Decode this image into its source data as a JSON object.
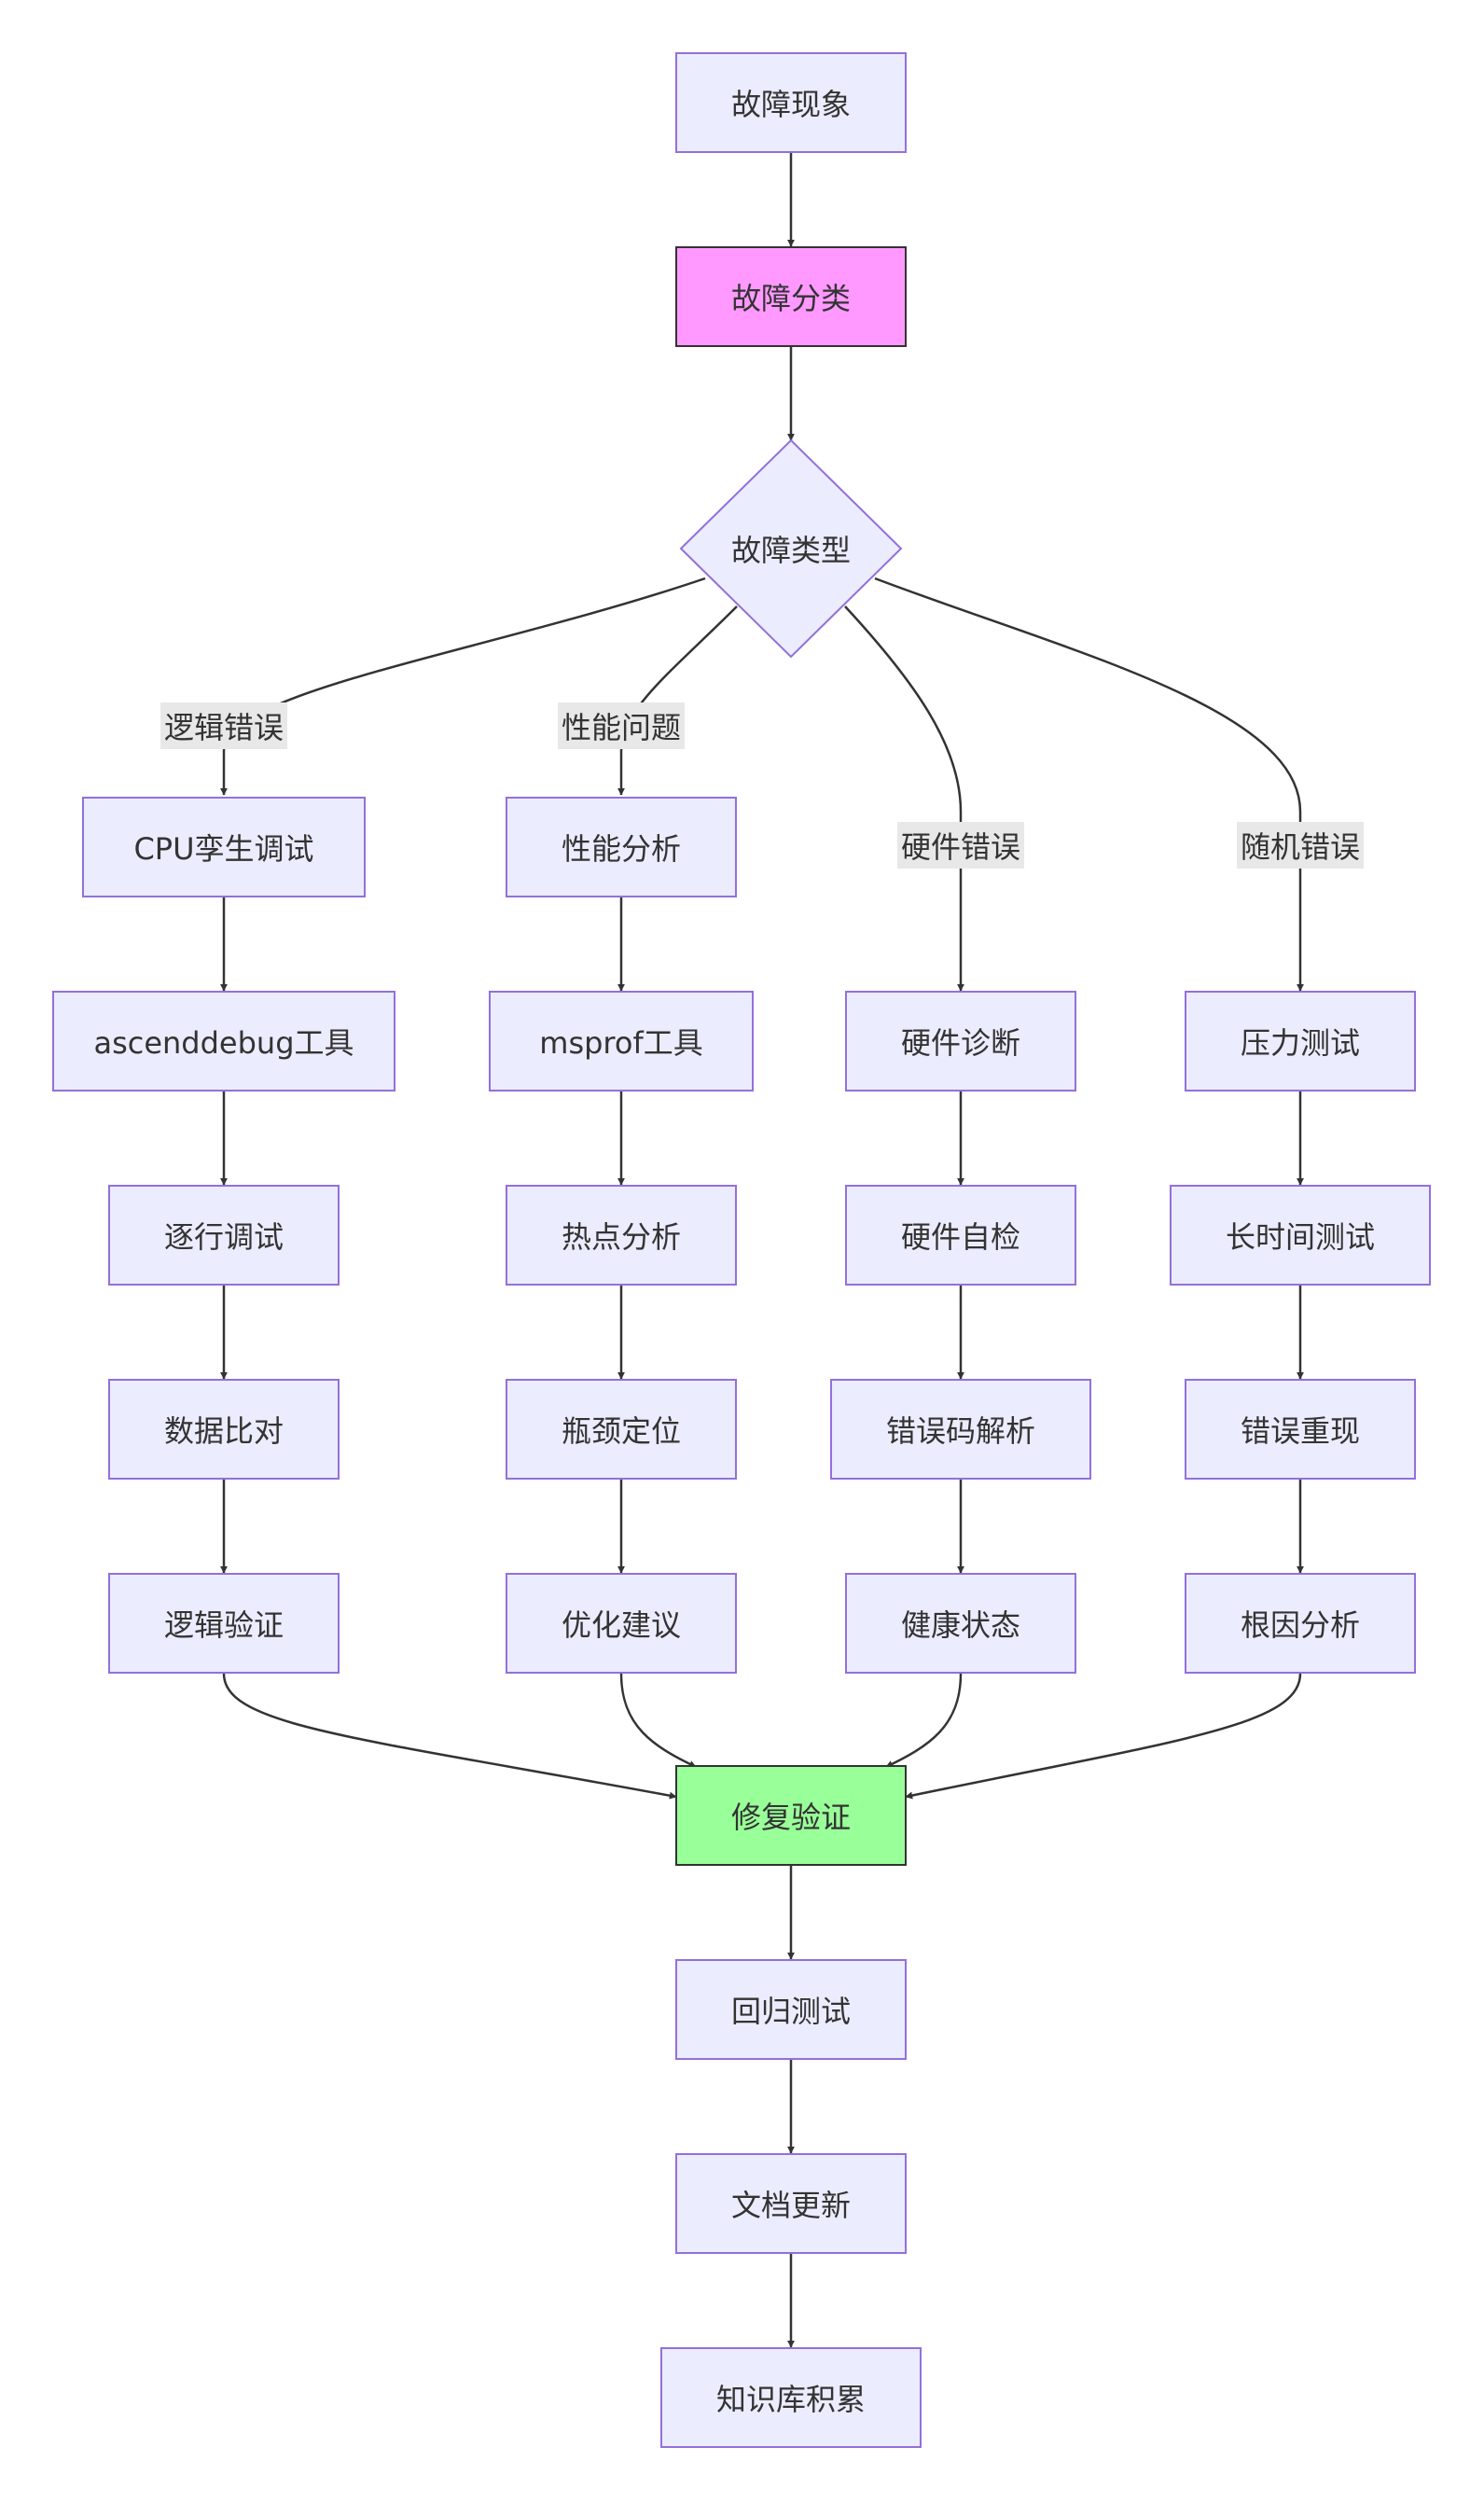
{
  "nodes": {
    "n1": "故障现象",
    "n2": "故障分类",
    "n3": "故障类型",
    "a1": "CPU孪生调试",
    "a2": "ascenddebug工具",
    "a3": "逐行调试",
    "a4": "数据比对",
    "a5": "逻辑验证",
    "b1": "性能分析",
    "b2": "msprof工具",
    "b3": "热点分析",
    "b4": "瓶颈定位",
    "b5": "优化建议",
    "c1": "硬件诊断",
    "c2": "硬件自检",
    "c3": "错误码解析",
    "c4": "健康状态",
    "d1": "压力测试",
    "d2": "长时间测试",
    "d3": "错误重现",
    "d4": "根因分析",
    "m1": "修复验证",
    "m2": "回归测试",
    "m3": "文档更新",
    "m4": "知识库积累"
  },
  "edge_labels": {
    "logic": "逻辑错误",
    "perf": "性能问题",
    "hw": "硬件错误",
    "random": "随机错误"
  },
  "colors": {
    "node_fill": "#ECECFF",
    "node_stroke": "#9370DB",
    "classify_fill": "#FF99FF",
    "verify_fill": "#99FF99",
    "edge": "#333333",
    "edge_label_bg": "#E8E8E8"
  }
}
